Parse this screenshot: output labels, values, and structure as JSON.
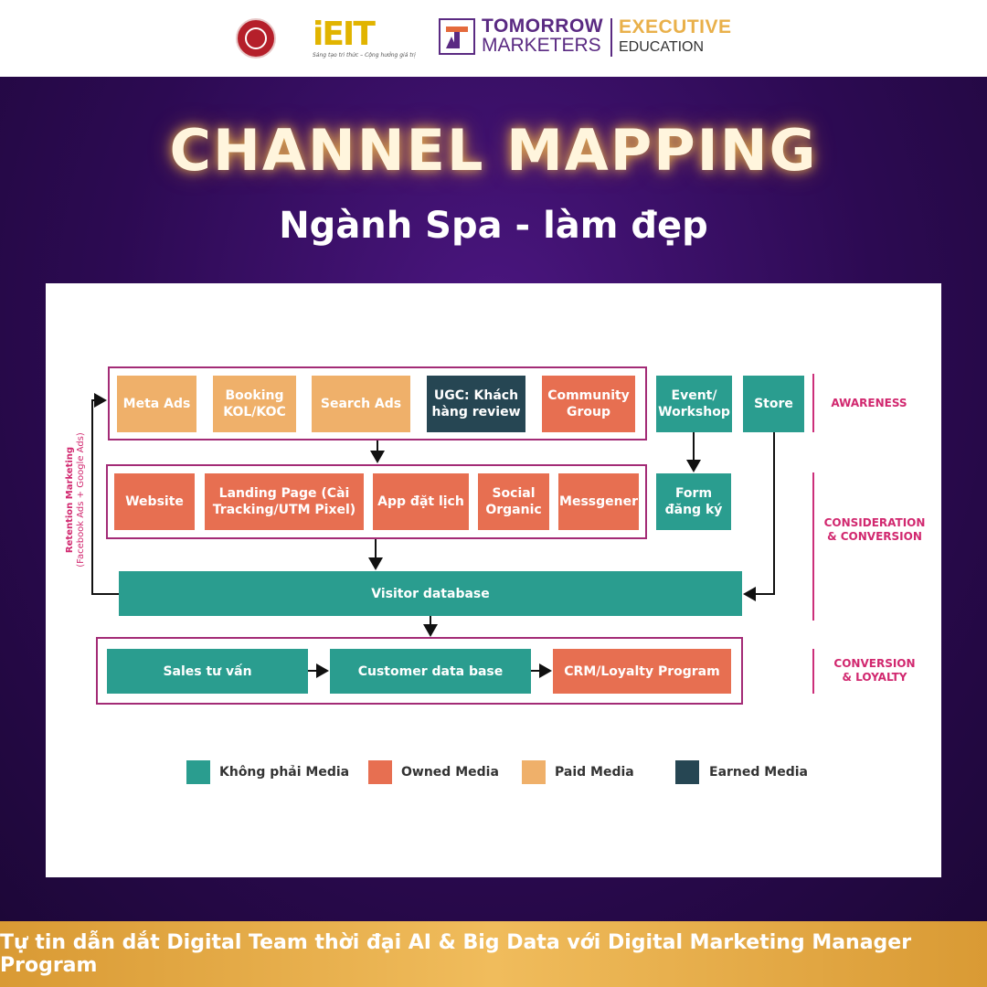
{
  "header": {
    "ieit_logo_text": "iEIT",
    "ieit_tagline": "Sáng tạo tri thức – Cộng hưởng giá trị",
    "tm_line1": "TOMORROW",
    "tm_line2": "MARKETERS",
    "exec_line1": "EXECUTIVE",
    "exec_line2": "EDUCATION"
  },
  "title": "CHANNEL MAPPING",
  "subtitle": "Ngành Spa - làm đẹp",
  "diagram": {
    "awareness": [
      "Meta Ads",
      "Booking KOL/KOC",
      "Search Ads",
      "UGC: Khách hàng review",
      "Community Group"
    ],
    "event": "Event/ Workshop",
    "store": "Store",
    "consideration": [
      "Website",
      "Landing Page (Cài Tracking/UTM Pixel)",
      "App đặt lịch",
      "Social Organic",
      "Messgener"
    ],
    "form": "Form đăng ký",
    "visitor_db": "Visitor database",
    "loyalty": [
      "Sales tư vấn",
      "Customer data base",
      "CRM/Loyalty Program"
    ],
    "retention_line1": "Retention Marketing",
    "retention_line2": "(Facebook Ads + Google Ads)"
  },
  "stages": {
    "awareness": "AWARENESS",
    "consideration_1": "CONSIDERATION",
    "consideration_2": "& CONVERSION",
    "conversion_1": "CONVERSION",
    "conversion_2": "& LOYALTY"
  },
  "legend": [
    {
      "label": "Không phải Media",
      "color": "#2a9d8f"
    },
    {
      "label": "Owned Media",
      "color": "#e76f51"
    },
    {
      "label": "Paid Media",
      "color": "#efb06a"
    },
    {
      "label": "Earned Media",
      "color": "#264653"
    }
  ],
  "colors": {
    "non_media": "#2a9d8f",
    "owned": "#e76f51",
    "paid": "#efb06a",
    "earned": "#264653",
    "frame": "#a32b76",
    "stage_text": "#d1286f"
  },
  "footer": "Tự tin dẫn dắt Digital Team thời đại AI & Big Data với Digital Marketing Manager Program"
}
